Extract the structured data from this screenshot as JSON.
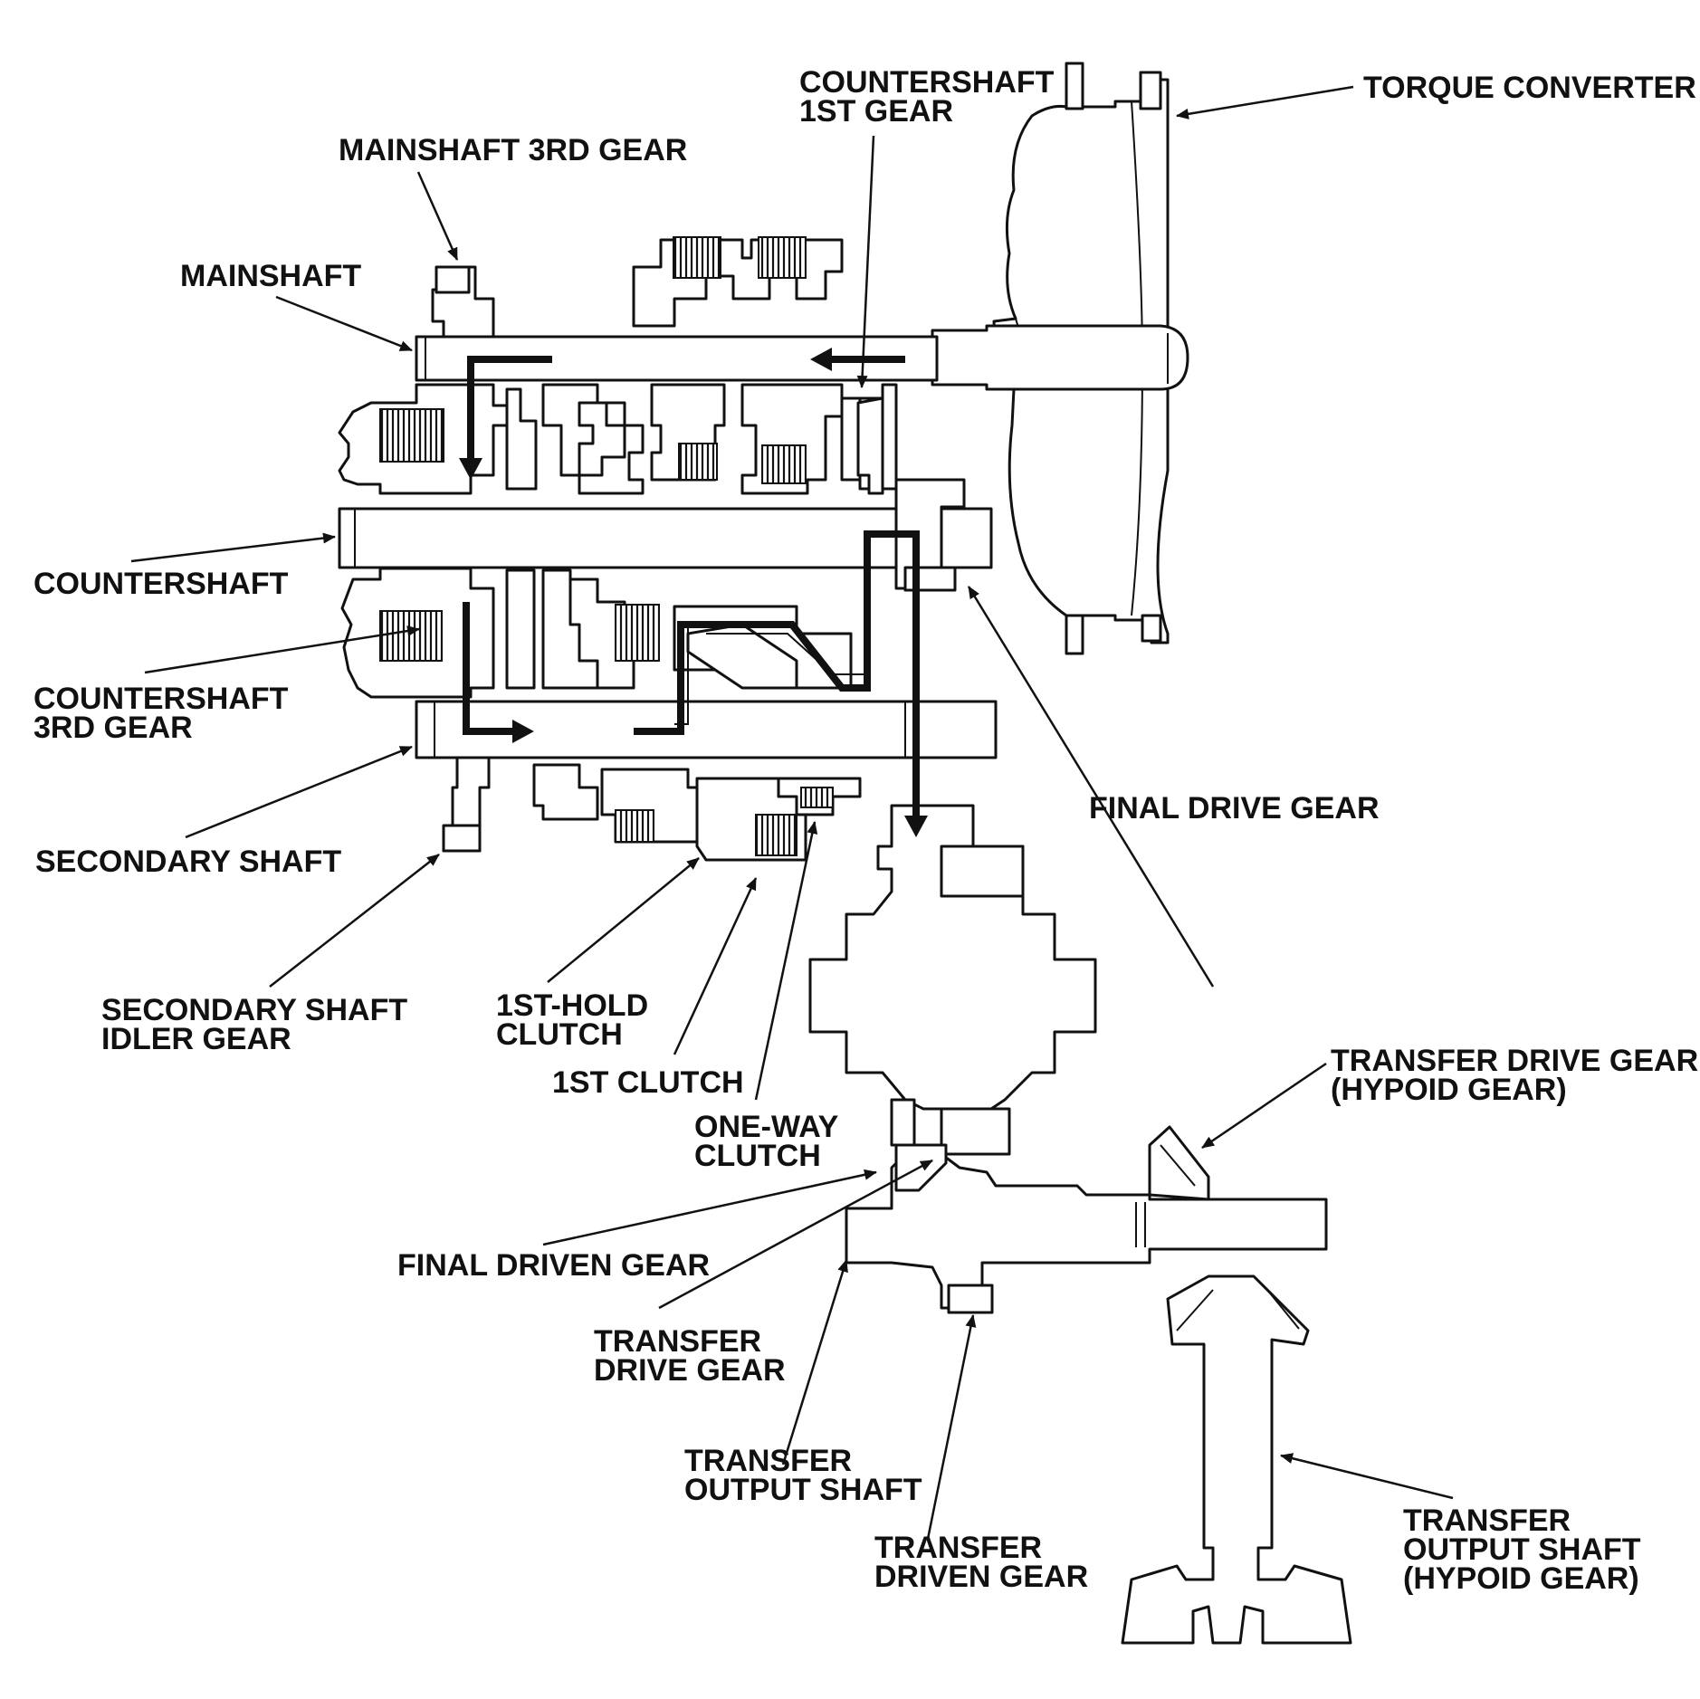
{
  "labels": {
    "torque_converter": "TORQUE CONVERTER",
    "countershaft_1st_gear": [
      "COUNTERSHAFT",
      "1ST GEAR"
    ],
    "mainshaft_3rd_gear": "MAINSHAFT 3RD GEAR",
    "mainshaft": "MAINSHAFT",
    "countershaft": "COUNTERSHAFT",
    "countershaft_3rd_gear": [
      "COUNTERSHAFT",
      "3RD GEAR"
    ],
    "secondary_shaft": "SECONDARY SHAFT",
    "secondary_shaft_idler_gear": [
      "SECONDARY SHAFT",
      "IDLER GEAR"
    ],
    "first_hold_clutch": [
      "1ST-HOLD",
      "CLUTCH"
    ],
    "first_clutch": "1ST CLUTCH",
    "one_way_clutch": [
      "ONE-WAY",
      "CLUTCH"
    ],
    "final_drive_gear": "FINAL DRIVE GEAR",
    "transfer_drive_gear_hypoid": [
      "TRANSFER DRIVE GEAR",
      "(HYPOID GEAR)"
    ],
    "final_driven_gear": "FINAL DRIVEN GEAR",
    "transfer_drive_gear": [
      "TRANSFER",
      "DRIVE GEAR"
    ],
    "transfer_output_shaft": [
      "TRANSFER",
      "OUTPUT SHAFT"
    ],
    "transfer_driven_gear": [
      "TRANSFER",
      "DRIVEN GEAR"
    ],
    "transfer_output_shaft_hypoid": [
      "TRANSFER",
      "OUTPUT SHAFT",
      "(HYPOID GEAR)"
    ]
  }
}
